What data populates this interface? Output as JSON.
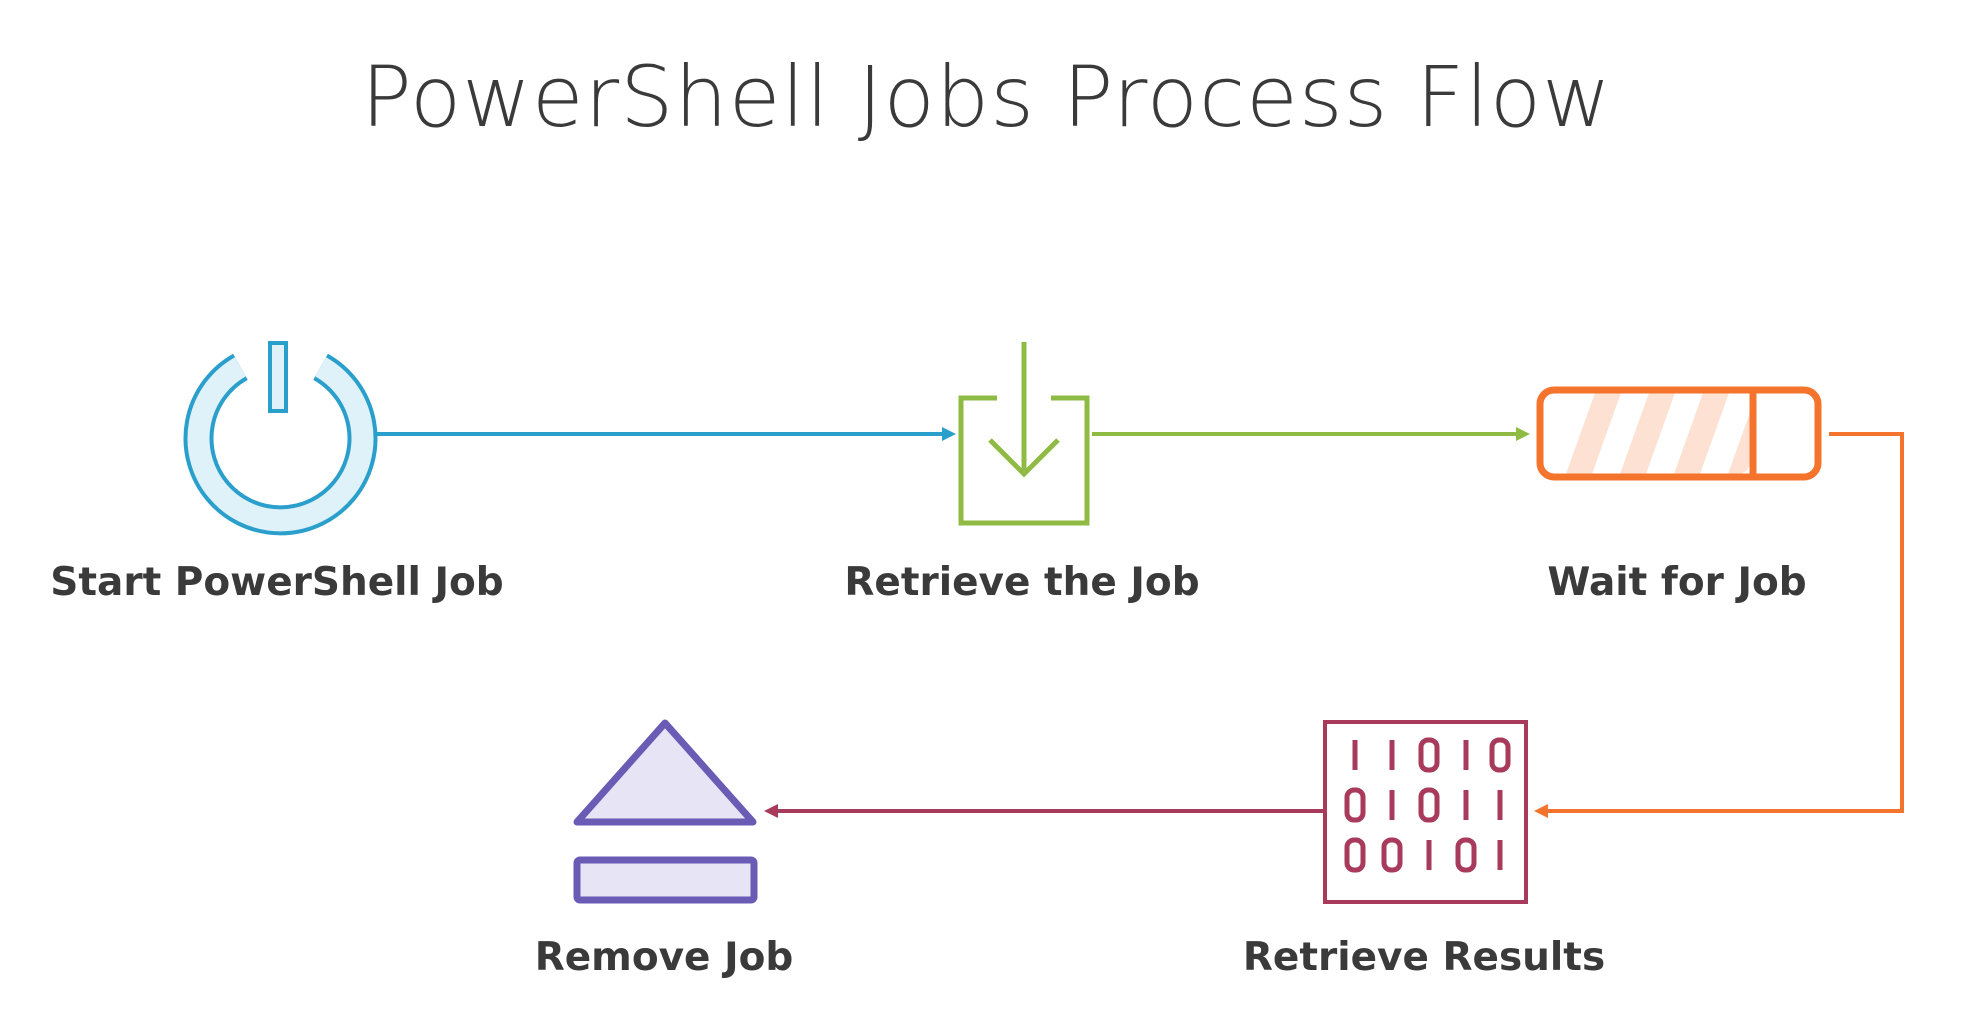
{
  "title": "PowerShell Jobs Process Flow",
  "steps": [
    {
      "label": "Start PowerShell Job",
      "icon": "power-icon",
      "color": "#2a9fcc"
    },
    {
      "label": "Retrieve the Job",
      "icon": "download-tray-icon",
      "color": "#8fbb45"
    },
    {
      "label": "Wait for Job",
      "icon": "progress-bar-icon",
      "color": "#f4742d"
    },
    {
      "label": "Retrieve Results",
      "icon": "binary-data-icon",
      "color": "#a83a5b"
    },
    {
      "label": "Remove Job",
      "icon": "eject-icon",
      "color": "#6a5bb4"
    }
  ],
  "binary_rows": [
    "11010",
    "01011",
    "00101"
  ]
}
